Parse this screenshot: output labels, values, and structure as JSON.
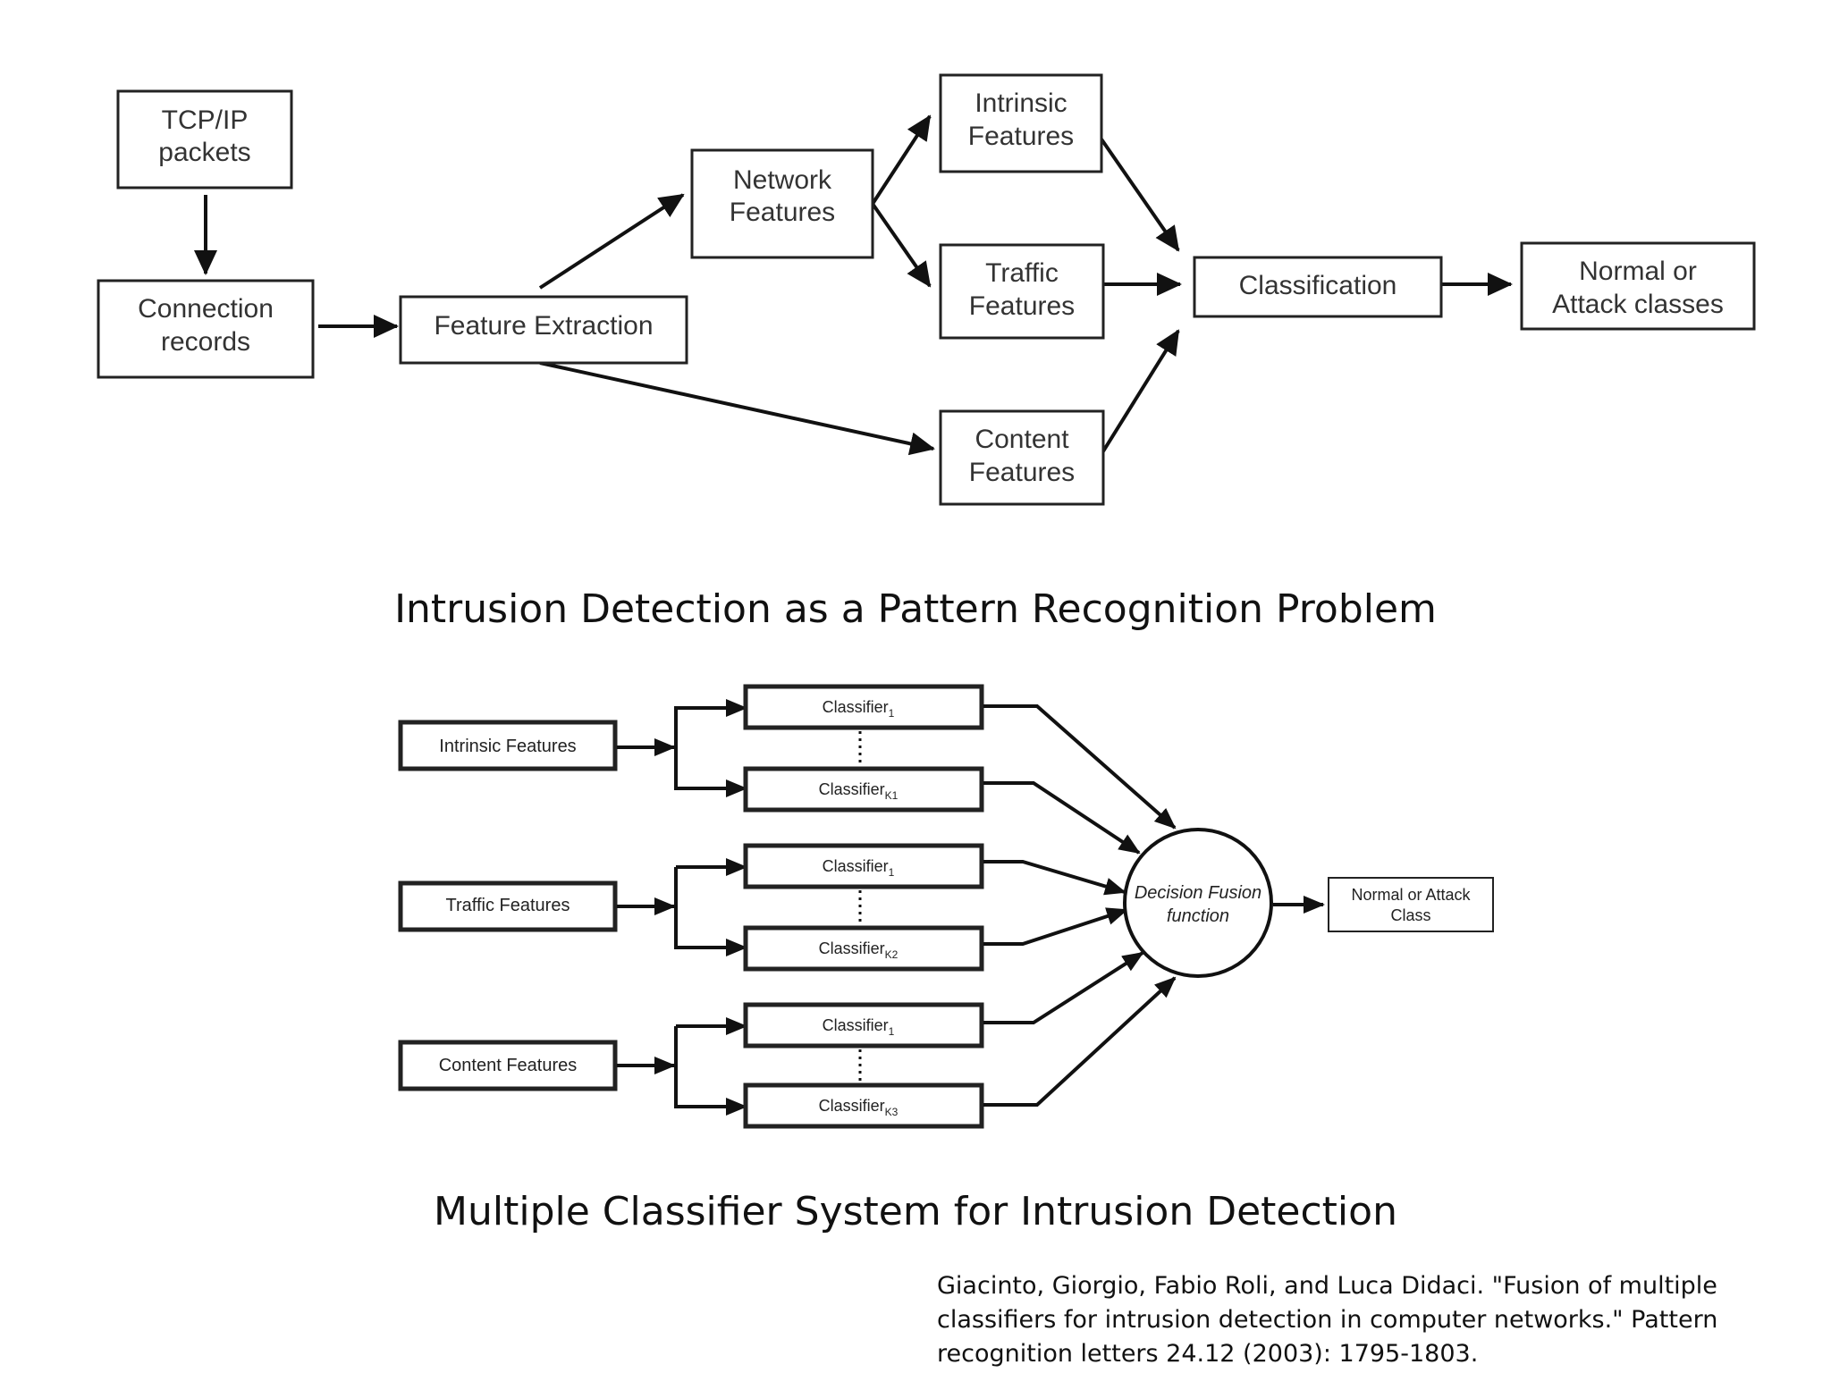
{
  "diagram1": {
    "tcp": [
      "TCP/IP",
      "packets"
    ],
    "connection": [
      "Connection",
      "records"
    ],
    "feature_extraction": "Feature Extraction",
    "network": [
      "Network",
      "Features"
    ],
    "intrinsic": [
      "Intrinsic",
      "Features"
    ],
    "traffic": [
      "Traffic",
      "Features"
    ],
    "content": [
      "Content",
      "Features"
    ],
    "classification": "Classification",
    "output": [
      "Normal or",
      "Attack classes"
    ]
  },
  "caption1": "Intrusion Detection as a Pattern Recognition Problem",
  "diagram2": {
    "inputs": [
      "Intrinsic Features",
      "Traffic Features",
      "Content Features"
    ],
    "classifier_base": "Classifier",
    "classifier_subs": [
      [
        "1",
        "K1"
      ],
      [
        "1",
        "K2"
      ],
      [
        "1",
        "K3"
      ]
    ],
    "fusion": [
      "Decision Fusion",
      "function"
    ],
    "output": [
      "Normal or Attack",
      "Class"
    ]
  },
  "caption2": "Multiple Classifier System for Intrusion Detection",
  "citation": "Giacinto, Giorgio, Fabio Roli, and Luca Didaci. \"Fusion of multiple classifiers for intrusion detection in computer networks.\" Pattern recognition letters 24.12 (2003): 1795-1803."
}
